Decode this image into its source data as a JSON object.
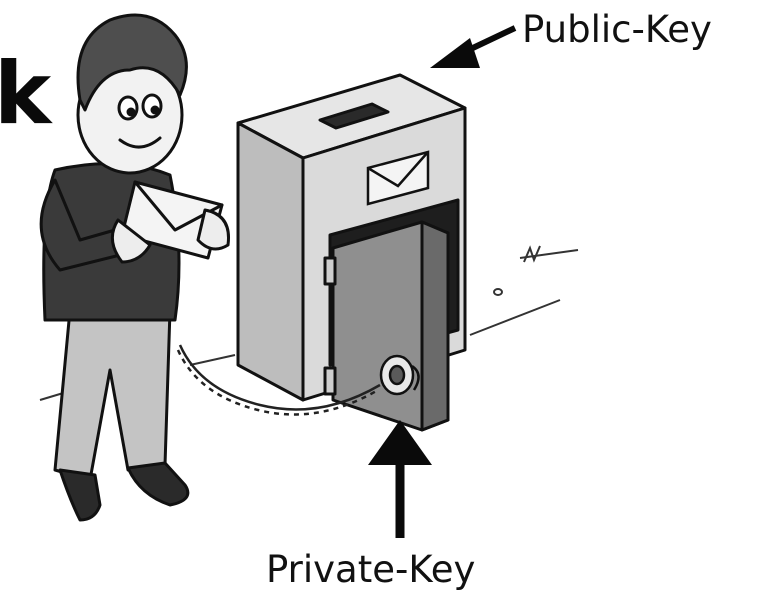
{
  "labels": {
    "public_key": "Public-Key",
    "private_key": "Private-Key",
    "edge_glyph": "k"
  },
  "colors": {
    "ink": "#111111",
    "light_gray": "#d6d6d6",
    "mid_gray": "#9a9a9a",
    "dark_gray": "#4a4a4a",
    "background": "#ffffff"
  },
  "icons": {
    "public_arrow": "arrow-icon",
    "private_arrow": "arrow-up-icon",
    "envelope_on_box": "envelope-icon",
    "letter_in_hand": "envelope-icon",
    "lock": "lock-icon",
    "chain": "chain-icon"
  }
}
